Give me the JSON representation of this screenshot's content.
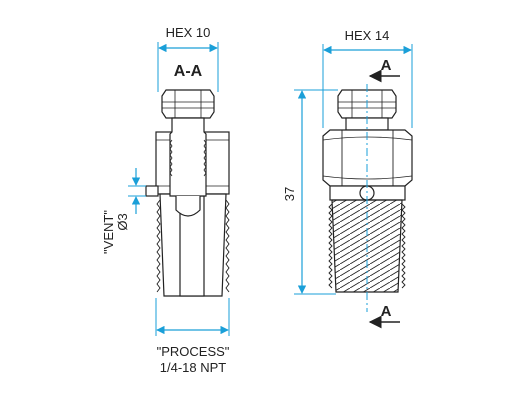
{
  "dimensions": {
    "left_hex": "HEX 10",
    "right_hex": "HEX 14",
    "height": "37",
    "vent_label": "\"VENT\"",
    "vent_dia": "Ø3",
    "process_label": "\"PROCESS\"",
    "thread": "1/4-18 NPT"
  },
  "section": {
    "title": "A-A",
    "marker_top": "A",
    "marker_bottom": "A"
  },
  "colors": {
    "outline": "#222222",
    "dimension": "#1a9fd8",
    "body_fill": "#ffffff"
  }
}
